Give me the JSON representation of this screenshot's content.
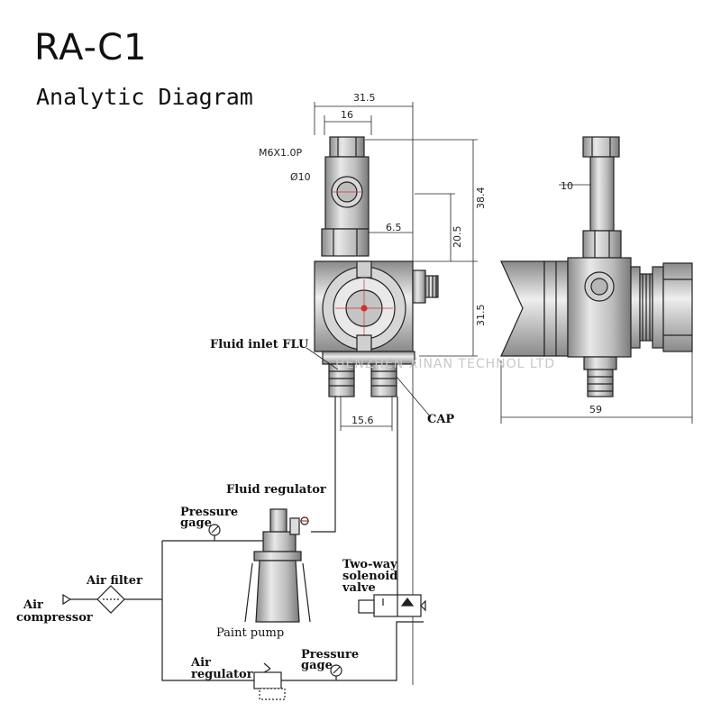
{
  "header": {
    "title": "RA-C1",
    "subtitle": "Analytic Diagram"
  },
  "watermark": "HENZHEN XINAN TECHNOL LTD",
  "dimensions": {
    "top_width": "31.5",
    "inner_width": "16",
    "thread": "M6X1.0P",
    "diameter": "Ø10",
    "small": "6.5",
    "height_a": "20.5",
    "height_b": "38.4",
    "height_c": "31.5",
    "inlet_spacing": "15.6",
    "side_small": "10",
    "side_width": "59"
  },
  "labels": {
    "fluid_inlet": "Fluid inlet FLU",
    "cap": "CAP",
    "fluid_regulator": "Fluid regulator",
    "pressure_gage_1": [
      "Pressure",
      "gage"
    ],
    "air_filter": "Air filter",
    "air_compressor": [
      "Air",
      "compressor"
    ],
    "paint_pump": "Paint pump",
    "two_way_valve": [
      "Two-way",
      "solenoid",
      "valve"
    ],
    "air_regulator": [
      "Air",
      "regulator"
    ],
    "pressure_gage_2": [
      "Pressure",
      "gage"
    ]
  },
  "colors": {
    "line": "#222222",
    "accent": "#d23030",
    "metal": "#9a9a9a"
  }
}
